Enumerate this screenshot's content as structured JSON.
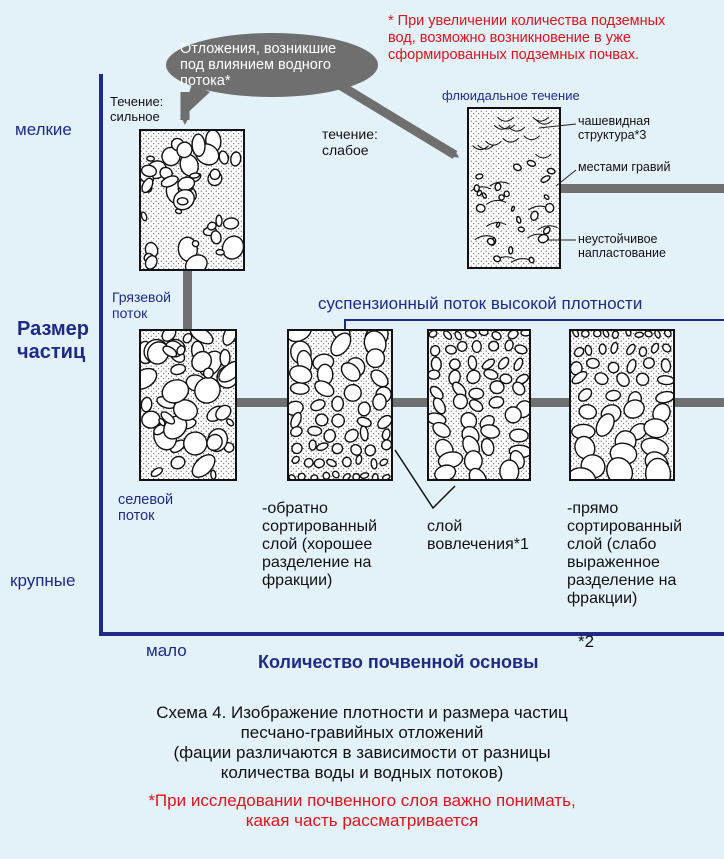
{
  "colors": {
    "background": "#e3f2f9",
    "axis": "#1f2a86",
    "label": "#1f2a86",
    "note": "#e0121b",
    "bubble": "#6f6f6f",
    "flow_bar": "#707070"
  },
  "note_top": "* При увеличении количества подземных\nвод, возможно возникновение в уже\nсформированных подземных почвах.",
  "bubble": "Отложения, возникшие\nпод влиянием водного\nпотока*",
  "axes": {
    "y_title": "Размер\nчастиц",
    "y_top": "мелкие",
    "y_bottom": "крупные",
    "x_left": "мало",
    "x_title": "Количество почвенной основы",
    "x_mark": "*2"
  },
  "labels": {
    "current_strong": "Течение:\nсильное",
    "current_weak": "течение:\nслабое",
    "fluid_flow": "флюидальное течение",
    "cup_structure": "чашевидная\nструктура*3",
    "gravel_places": "местами гравий",
    "unstable_bedding": "неустойчивое\nнапластование",
    "mud_flow": "Грязевой\nпоток",
    "suspension_flow": "суспензионный поток высокой плотности",
    "debris_flow": "селевой\nпоток",
    "reverse_sorted": "-обратно\nсортированный\nслой (хорошее\nразделение на\nфракции)",
    "entrainment": "слой\nвовлечения*1",
    "normal_sorted": "-прямо\nсортированный\nслой (слабо\nвыраженное\nразделение на\nфракции)"
  },
  "caption": {
    "line1": "Схема 4. Изображение плотности и размера частиц",
    "line2": "песчано-гравийных отложений",
    "line3": "(фации различаются в зависимости от разницы",
    "line4": "количества воды и водных потоков)",
    "note1": "*При исследовании почвенного слоя важно понимать,",
    "note2": "какая часть рассматривается"
  }
}
